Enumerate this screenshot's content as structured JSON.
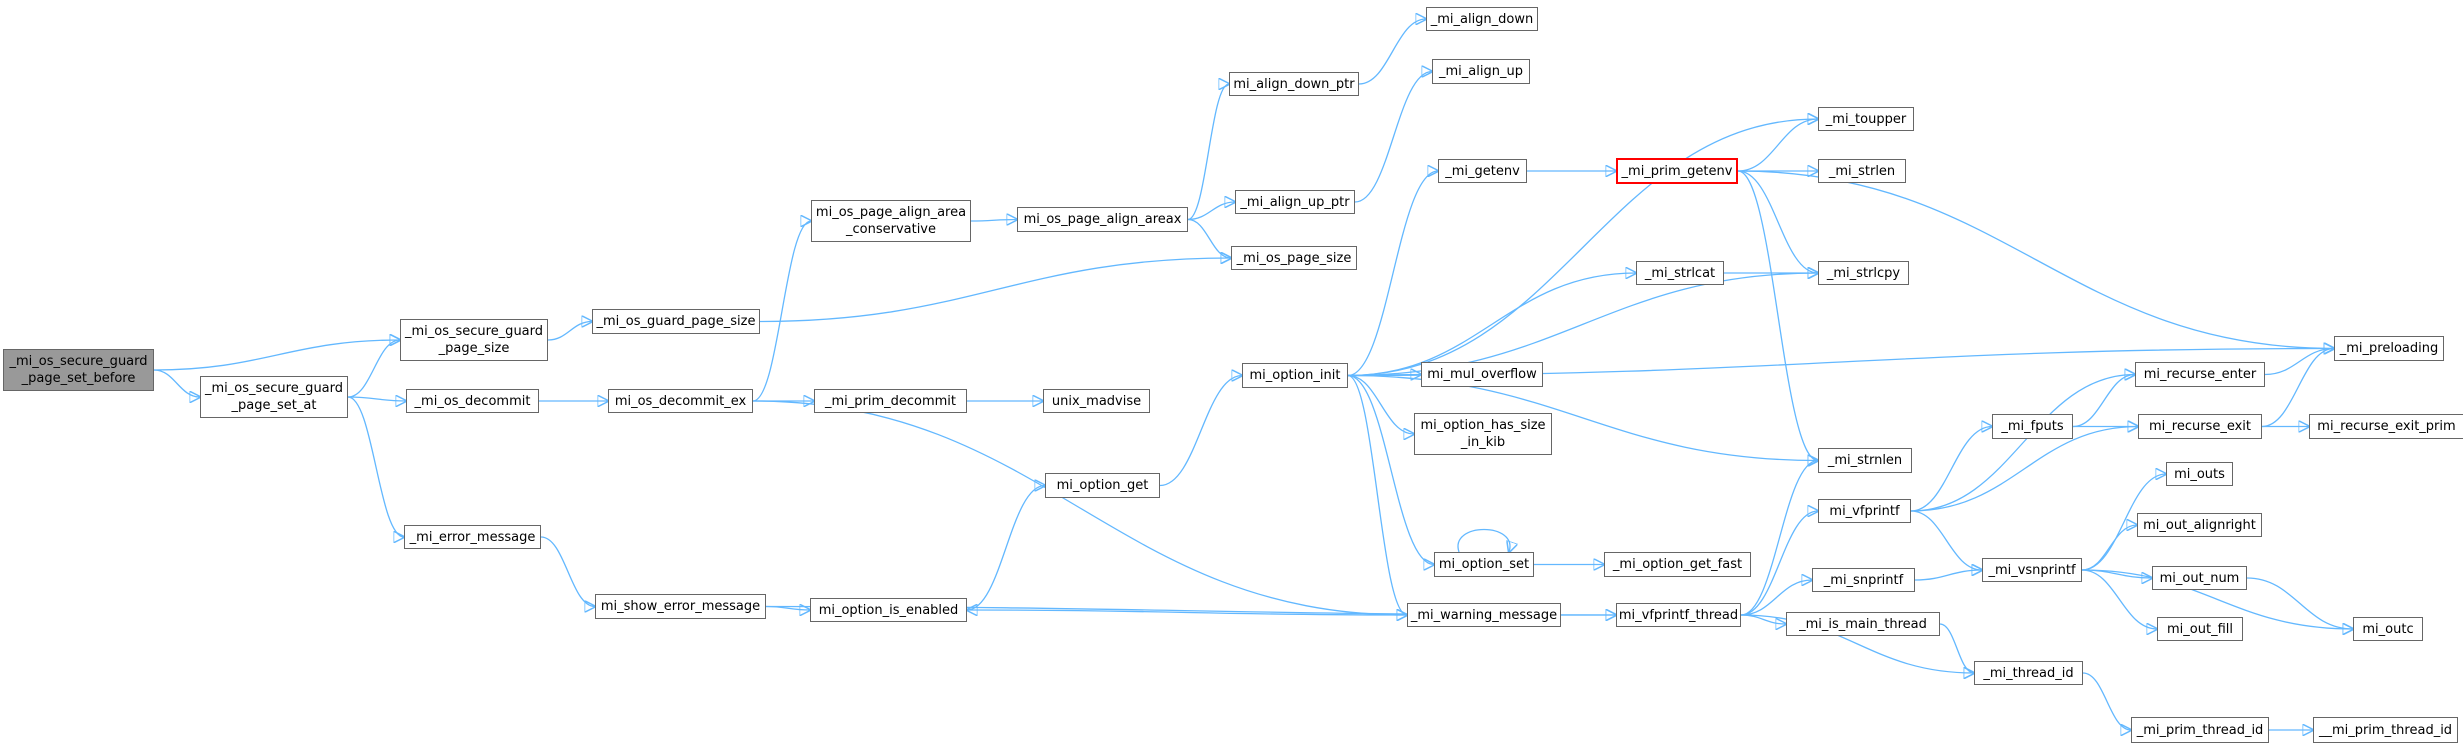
{
  "colors": {
    "edge": "#63b8ff",
    "node_border": "#666666",
    "root_fill": "#999999",
    "highlight_border": "#ff0000"
  },
  "nodes": {
    "_mi_os_secure_guard_page_set_before": {
      "lines": [
        "_mi_os_secure_guard",
        "_page_set_before"
      ],
      "kind": "root"
    },
    "_mi_os_secure_guard_page_set_at": {
      "lines": [
        "_mi_os_secure_guard",
        "_page_set_at"
      ]
    },
    "_mi_os_secure_guard_page_size": {
      "lines": [
        "_mi_os_secure_guard",
        "_page_size"
      ]
    },
    "_mi_os_guard_page_size": {
      "lines": [
        "_mi_os_guard_page_size"
      ]
    },
    "_mi_os_decommit": {
      "lines": [
        "_mi_os_decommit"
      ]
    },
    "_mi_error_message": {
      "lines": [
        "_mi_error_message"
      ]
    },
    "mi_os_decommit_ex": {
      "lines": [
        "mi_os_decommit_ex"
      ]
    },
    "mi_show_error_message": {
      "lines": [
        "mi_show_error_message"
      ]
    },
    "mi_os_page_align_area_conservative": {
      "lines": [
        "mi_os_page_align_area",
        "_conservative"
      ]
    },
    "mi_os_page_align_areax": {
      "lines": [
        "mi_os_page_align_areax"
      ]
    },
    "_mi_prim_decommit": {
      "lines": [
        "_mi_prim_decommit"
      ]
    },
    "mi_option_is_enabled": {
      "lines": [
        "mi_option_is_enabled"
      ]
    },
    "mi_option_get": {
      "lines": [
        "mi_option_get"
      ]
    },
    "unix_madvise": {
      "lines": [
        "unix_madvise"
      ]
    },
    "mi_align_down_ptr": {
      "lines": [
        "mi_align_down_ptr"
      ]
    },
    "_mi_align_up_ptr": {
      "lines": [
        "_mi_align_up_ptr"
      ]
    },
    "_mi_os_page_size": {
      "lines": [
        "_mi_os_page_size"
      ]
    },
    "mi_option_init": {
      "lines": [
        "mi_option_init"
      ]
    },
    "_mi_align_down": {
      "lines": [
        "_mi_align_down"
      ]
    },
    "_mi_align_up": {
      "lines": [
        "_mi_align_up"
      ]
    },
    "_mi_getenv": {
      "lines": [
        "_mi_getenv"
      ]
    },
    "_mi_strlcat": {
      "lines": [
        "_mi_strlcat"
      ]
    },
    "mi_mul_overflow": {
      "lines": [
        "mi_mul_overflow"
      ]
    },
    "mi_option_has_size_in_kib": {
      "lines": [
        "mi_option_has_size",
        "_in_kib"
      ]
    },
    "mi_option_set": {
      "lines": [
        "mi_option_set"
      ]
    },
    "_mi_warning_message": {
      "lines": [
        "_mi_warning_message"
      ]
    },
    "_mi_prim_getenv": {
      "lines": [
        "_mi_prim_getenv"
      ],
      "kind": "highlight"
    },
    "_mi_option_get_fast": {
      "lines": [
        "_mi_option_get_fast"
      ]
    },
    "mi_vfprintf_thread": {
      "lines": [
        "mi_vfprintf_thread"
      ]
    },
    "_mi_toupper": {
      "lines": [
        "_mi_toupper"
      ]
    },
    "_mi_strlen": {
      "lines": [
        "_mi_strlen"
      ]
    },
    "_mi_strlcpy": {
      "lines": [
        "_mi_strlcpy"
      ]
    },
    "_mi_strnlen": {
      "lines": [
        "_mi_strnlen"
      ]
    },
    "mi_vfprintf": {
      "lines": [
        "mi_vfprintf"
      ]
    },
    "_mi_snprintf": {
      "lines": [
        "_mi_snprintf"
      ]
    },
    "_mi_is_main_thread": {
      "lines": [
        "_mi_is_main_thread"
      ]
    },
    "_mi_thread_id": {
      "lines": [
        "_mi_thread_id"
      ]
    },
    "_mi_fputs": {
      "lines": [
        "_mi_fputs"
      ]
    },
    "_mi_vsnprintf": {
      "lines": [
        "_mi_vsnprintf"
      ]
    },
    "_mi_prim_thread_id": {
      "lines": [
        "_mi_prim_thread_id"
      ]
    },
    "mi_recurse_enter": {
      "lines": [
        "mi_recurse_enter"
      ]
    },
    "mi_recurse_exit": {
      "lines": [
        "mi_recurse_exit"
      ]
    },
    "mi_outs": {
      "lines": [
        "mi_outs"
      ]
    },
    "mi_out_alignright": {
      "lines": [
        "mi_out_alignright"
      ]
    },
    "mi_out_num": {
      "lines": [
        "mi_out_num"
      ]
    },
    "mi_out_fill": {
      "lines": [
        "mi_out_fill"
      ]
    },
    "__mi_prim_thread_id": {
      "lines": [
        "__mi_prim_thread_id"
      ]
    },
    "_mi_preloading": {
      "lines": [
        "_mi_preloading"
      ]
    },
    "mi_recurse_exit_prim": {
      "lines": [
        "mi_recurse_exit_prim"
      ]
    },
    "mi_outc": {
      "lines": [
        "mi_outc"
      ]
    }
  },
  "edges": [
    [
      "_mi_os_secure_guard_page_set_before",
      "_mi_os_secure_guard_page_set_at"
    ],
    [
      "_mi_os_secure_guard_page_set_before",
      "_mi_os_secure_guard_page_size"
    ],
    [
      "_mi_os_secure_guard_page_set_at",
      "_mi_os_secure_guard_page_size"
    ],
    [
      "_mi_os_secure_guard_page_set_at",
      "_mi_os_decommit"
    ],
    [
      "_mi_os_secure_guard_page_set_at",
      "_mi_error_message"
    ],
    [
      "_mi_os_secure_guard_page_size",
      "_mi_os_guard_page_size"
    ],
    [
      "_mi_os_guard_page_size",
      "_mi_os_page_size"
    ],
    [
      "_mi_os_decommit",
      "mi_os_decommit_ex"
    ],
    [
      "mi_os_decommit_ex",
      "mi_os_page_align_area_conservative"
    ],
    [
      "mi_os_decommit_ex",
      "_mi_prim_decommit"
    ],
    [
      "mi_os_decommit_ex",
      "_mi_warning_message"
    ],
    [
      "_mi_prim_decommit",
      "unix_madvise"
    ],
    [
      "mi_os_page_align_area_conservative",
      "mi_os_page_align_areax"
    ],
    [
      "mi_os_page_align_areax",
      "mi_align_down_ptr"
    ],
    [
      "mi_os_page_align_areax",
      "_mi_align_up_ptr"
    ],
    [
      "mi_os_page_align_areax",
      "_mi_os_page_size"
    ],
    [
      "mi_align_down_ptr",
      "_mi_align_down"
    ],
    [
      "_mi_align_up_ptr",
      "_mi_align_up"
    ],
    [
      "_mi_error_message",
      "mi_show_error_message"
    ],
    [
      "mi_show_error_message",
      "mi_option_is_enabled"
    ],
    [
      "mi_show_error_message",
      "mi_vfprintf_thread"
    ],
    [
      "mi_option_is_enabled",
      "mi_option_get"
    ],
    [
      "mi_option_get",
      "mi_option_init"
    ],
    [
      "mi_option_init",
      "_mi_getenv"
    ],
    [
      "mi_option_init",
      "_mi_toupper"
    ],
    [
      "mi_option_init",
      "_mi_strlcpy"
    ],
    [
      "mi_option_init",
      "_mi_strlcat"
    ],
    [
      "mi_option_init",
      "_mi_preloading"
    ],
    [
      "mi_option_init",
      "mi_mul_overflow"
    ],
    [
      "mi_option_init",
      "mi_option_has_size_in_kib"
    ],
    [
      "mi_option_init",
      "_mi_strnlen"
    ],
    [
      "mi_option_init",
      "mi_option_set"
    ],
    [
      "mi_option_init",
      "_mi_warning_message"
    ],
    [
      "_mi_getenv",
      "_mi_prim_getenv"
    ],
    [
      "_mi_prim_getenv",
      "_mi_toupper"
    ],
    [
      "_mi_prim_getenv",
      "_mi_strlen"
    ],
    [
      "_mi_prim_getenv",
      "_mi_strlcpy"
    ],
    [
      "_mi_prim_getenv",
      "_mi_strnlen"
    ],
    [
      "_mi_prim_getenv",
      "_mi_preloading"
    ],
    [
      "_mi_strlcat",
      "_mi_strlcpy"
    ],
    [
      "mi_option_set",
      "mi_option_set"
    ],
    [
      "mi_option_set",
      "_mi_option_get_fast"
    ],
    [
      "_mi_warning_message",
      "mi_option_is_enabled"
    ],
    [
      "_mi_warning_message",
      "mi_vfprintf_thread"
    ],
    [
      "mi_vfprintf_thread",
      "mi_vfprintf"
    ],
    [
      "mi_vfprintf_thread",
      "_mi_snprintf"
    ],
    [
      "mi_vfprintf_thread",
      "_mi_is_main_thread"
    ],
    [
      "mi_vfprintf_thread",
      "_mi_thread_id"
    ],
    [
      "mi_vfprintf_thread",
      "_mi_strnlen"
    ],
    [
      "mi_vfprintf",
      "_mi_fputs"
    ],
    [
      "mi_vfprintf",
      "mi_recurse_enter"
    ],
    [
      "mi_vfprintf",
      "mi_recurse_exit"
    ],
    [
      "mi_vfprintf",
      "_mi_vsnprintf"
    ],
    [
      "_mi_snprintf",
      "_mi_vsnprintf"
    ],
    [
      "_mi_is_main_thread",
      "_mi_thread_id"
    ],
    [
      "_mi_thread_id",
      "_mi_prim_thread_id"
    ],
    [
      "_mi_prim_thread_id",
      "__mi_prim_thread_id"
    ],
    [
      "_mi_fputs",
      "mi_recurse_enter"
    ],
    [
      "_mi_fputs",
      "mi_recurse_exit"
    ],
    [
      "mi_recurse_enter",
      "_mi_preloading"
    ],
    [
      "mi_recurse_exit",
      "_mi_preloading"
    ],
    [
      "mi_recurse_exit",
      "mi_recurse_exit_prim"
    ],
    [
      "_mi_vsnprintf",
      "mi_outs"
    ],
    [
      "_mi_vsnprintf",
      "mi_out_alignright"
    ],
    [
      "_mi_vsnprintf",
      "mi_out_num"
    ],
    [
      "_mi_vsnprintf",
      "mi_out_fill"
    ],
    [
      "_mi_vsnprintf",
      "mi_outc"
    ],
    [
      "mi_out_num",
      "mi_outc"
    ]
  ]
}
